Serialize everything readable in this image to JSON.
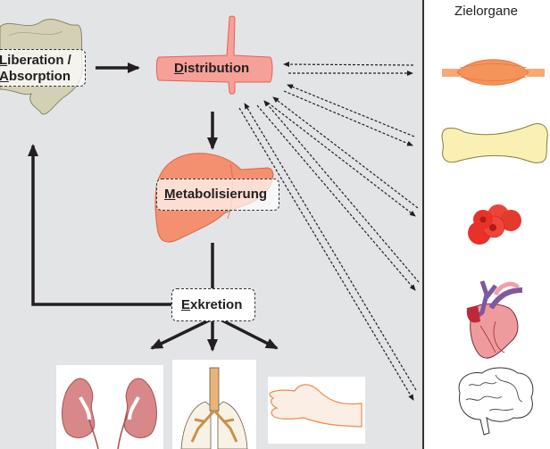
{
  "stages": {
    "liberation": {
      "first_letter": "L",
      "rest_line1": "iberation /",
      "first_letter_2": "A",
      "rest_line2": "bsorption"
    },
    "distribution": {
      "first_letter": "D",
      "rest": "istribution"
    },
    "metabolism": {
      "first_letter": "M",
      "rest": "etabolisierung"
    },
    "excretion": {
      "first_letter": "E",
      "rest": "xkretion"
    }
  },
  "target_organs": {
    "title": "Zielorgane",
    "items": [
      "muscle",
      "bone",
      "red-blood-cells",
      "heart",
      "brain"
    ]
  },
  "excretion_organs": [
    "kidneys",
    "lungs",
    "skin-hand"
  ],
  "colors": {
    "background": "#e3e4e6",
    "distribution_fill": "#f6a09a",
    "liver_fill": "#f4906f",
    "intestine_fill": "#d3d0b6",
    "muscle_fill": "#f4935a",
    "bone_fill": "#fbf0b4",
    "blood_fill": "#e8312a",
    "heart_pink": "#ee9b9d",
    "heart_purple": "#7e58a0"
  }
}
